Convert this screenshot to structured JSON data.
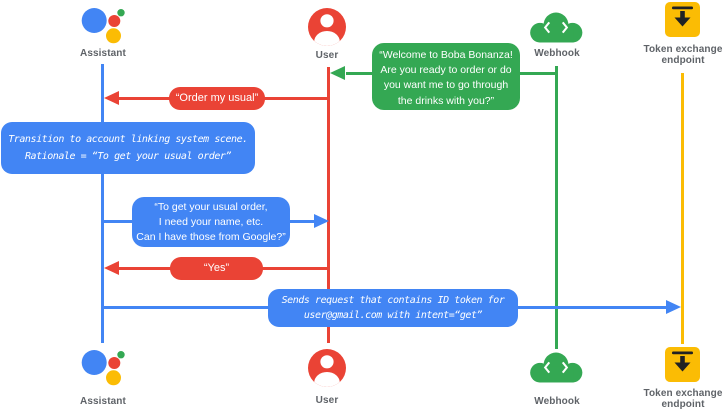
{
  "palette": {
    "blue": "#4285F4",
    "red": "#EA4335",
    "green": "#34A853",
    "yellow": "#FBBC04",
    "label_gray": "#5F6368",
    "icon_dark": "#202124"
  },
  "actors": {
    "assistant": {
      "label": "Assistant",
      "icon": "google-assistant-logo-icon",
      "color": "#4285F4"
    },
    "user": {
      "label": "User",
      "icon": "user-account-icon",
      "color": "#EA4335"
    },
    "webhook": {
      "label": "Webhook",
      "icon": "webhook-cloud-code-icon",
      "color": "#34A853"
    },
    "token_endpoint": {
      "label": "Token exchange endpoint",
      "icon": "token-exchange-endpoint-icon",
      "color": "#FBBC04"
    }
  },
  "messages": {
    "welcome": {
      "from": "Webhook",
      "to": "User",
      "color": "#34A853",
      "lines": [
        "“Welcome to Boba Bonanza!",
        "Are you ready to order or do",
        "you want me to go through",
        "the drinks with you?”"
      ]
    },
    "order_usual": {
      "from": "User",
      "to": "Assistant",
      "color": "#EA4335",
      "text": "“Order my usual”"
    },
    "transition_note": {
      "type": "note",
      "color": "#4285F4",
      "lines": [
        "Transition to account linking system scene.",
        "Rationale = “To get your usual order”"
      ]
    },
    "ask_details": {
      "from": "Assistant",
      "to": "User",
      "color": "#4285F4",
      "lines": [
        "“To get your usual order,",
        "I need your name, etc.",
        "Can I have those from Google?”"
      ]
    },
    "yes": {
      "from": "User",
      "to": "Assistant",
      "color": "#EA4335",
      "text": "“Yes”"
    },
    "sends_request": {
      "from": "Assistant",
      "to": "Token exchange endpoint",
      "color": "#4285F4",
      "lines": [
        "Sends request that contains ID token for",
        "user@gmail.com with intent=“get”"
      ]
    }
  }
}
